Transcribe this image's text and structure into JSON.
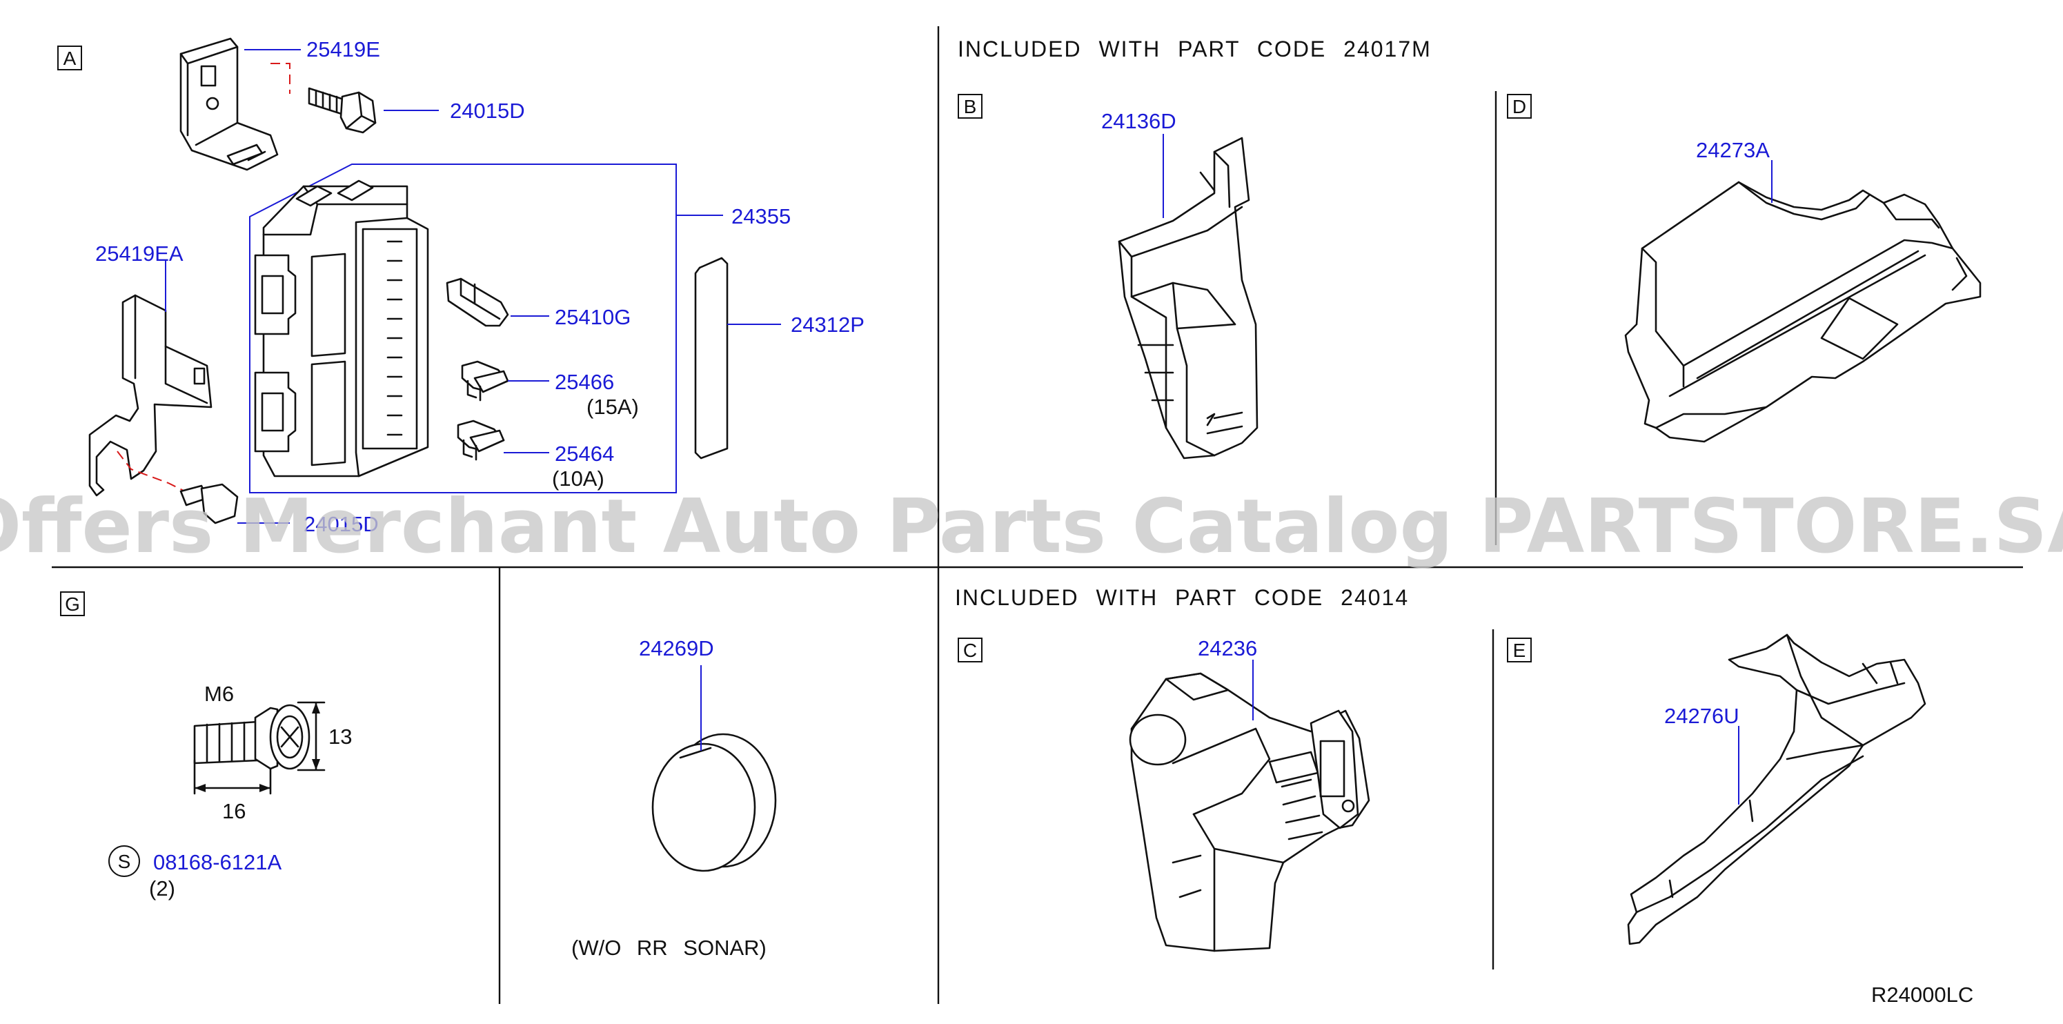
{
  "header_top": "INCLUDED WITH PART CODE 24017M",
  "header_bottom": "INCLUDED WITH PART CODE 24014",
  "diagram_code": "R24000LC",
  "watermark": "Offers Merchant Auto Parts Catalog PARTSTORE.SA",
  "section_labels": {
    "a": "A",
    "b": "B",
    "c": "C",
    "d": "D",
    "e": "E",
    "g": "G",
    "s": "S"
  },
  "parts": {
    "p25419e": "25419E",
    "p24015d_top": "24015D",
    "p24355": "24355",
    "p25419ea": "25419EA",
    "p25410g": "25410G",
    "p24312p": "24312P",
    "p25466": "25466",
    "p25464": "25464",
    "p24015d_bottom": "24015D",
    "p24136d": "24136D",
    "p24273a": "24273A",
    "p24269d": "24269D",
    "p24236": "24236",
    "p24276u": "24276U",
    "p08168": "08168-6121A"
  },
  "notes": {
    "fuse_15a": "(15A)",
    "fuse_10a": "(10A)",
    "bolt_qty": "(2)",
    "wo_rr_sonar": "(W/O RR SONAR)",
    "thread": "M6",
    "head_size": "13",
    "length": "16"
  }
}
